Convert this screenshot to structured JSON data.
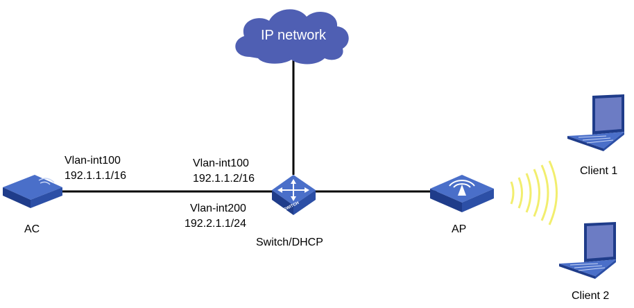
{
  "colors": {
    "line": "#000000",
    "device_blue": "#2c4fa6",
    "device_top": "#4a6fc9",
    "cloud": "#4f5fb3",
    "wifi_signal": "#f2ee6e",
    "laptop_screen": "#6c7cc4"
  },
  "cloud": {
    "label": "IP network",
    "icon": "cloud-icon"
  },
  "devices": {
    "ac": {
      "label": "AC",
      "icon": "access-controller-icon"
    },
    "switch": {
      "label": "Switch/DHCP",
      "badge": "SWITCH",
      "icon": "switch-icon"
    },
    "ap": {
      "label": "AP",
      "icon": "access-point-icon"
    },
    "client1": {
      "label": "Client 1",
      "icon": "laptop-icon"
    },
    "client2": {
      "label": "Client 2",
      "icon": "laptop-icon"
    }
  },
  "interfaces": {
    "ac_vlan": "Vlan-int100",
    "ac_ip": "192.1.1.1/16",
    "switch_vlan100": "Vlan-int100",
    "switch_ip100": "192.1.1.2/16",
    "switch_vlan200": "Vlan-int200",
    "switch_ip200": "192.2.1.1/24"
  }
}
